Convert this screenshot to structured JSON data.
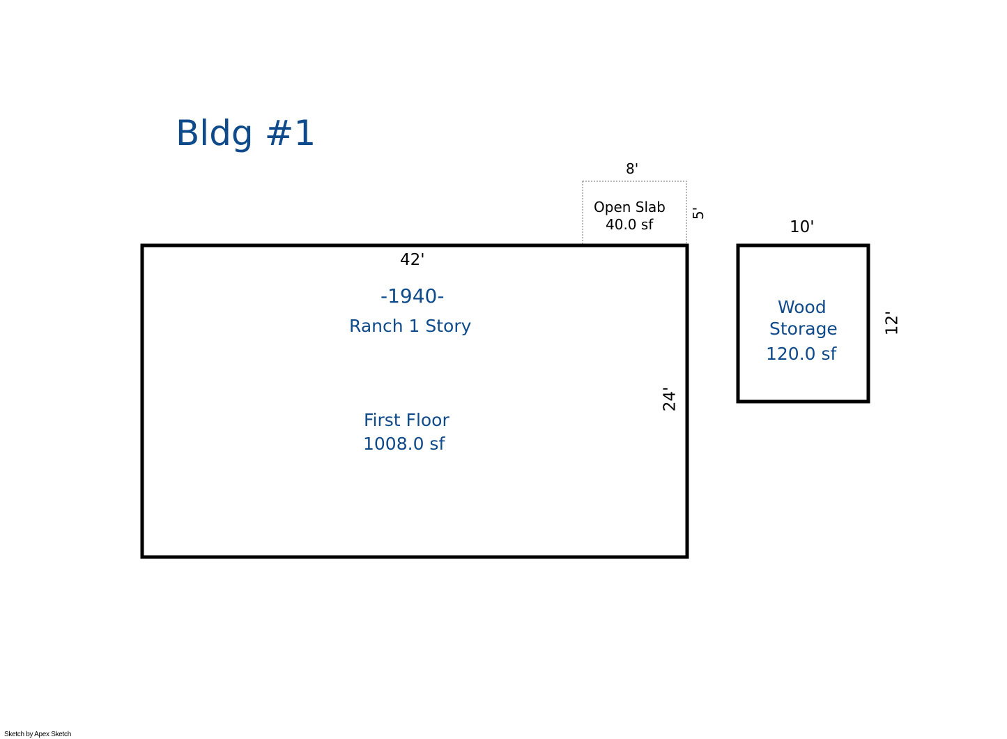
{
  "title": "Bldg #1",
  "areas": {
    "first_floor": {
      "year": "-1940-",
      "style": "Ranch 1 Story",
      "name": "First Floor",
      "area": "1008.0 sf",
      "width_label": "42'",
      "height_label": "24'"
    },
    "open_slab": {
      "name": "Open Slab",
      "area": "40.0 sf",
      "width_label": "8'",
      "height_label": "5'"
    },
    "wood_storage": {
      "name_line1": "Wood",
      "name_line2": "Storage",
      "area": "120.0 sf",
      "width_label": "10'",
      "height_label": "12'"
    }
  },
  "footer": "Sketch by Apex Sketch",
  "colors": {
    "label_blue": "#0f4a8a",
    "outline": "#000000",
    "slab_outline": "#8a8a8a"
  }
}
